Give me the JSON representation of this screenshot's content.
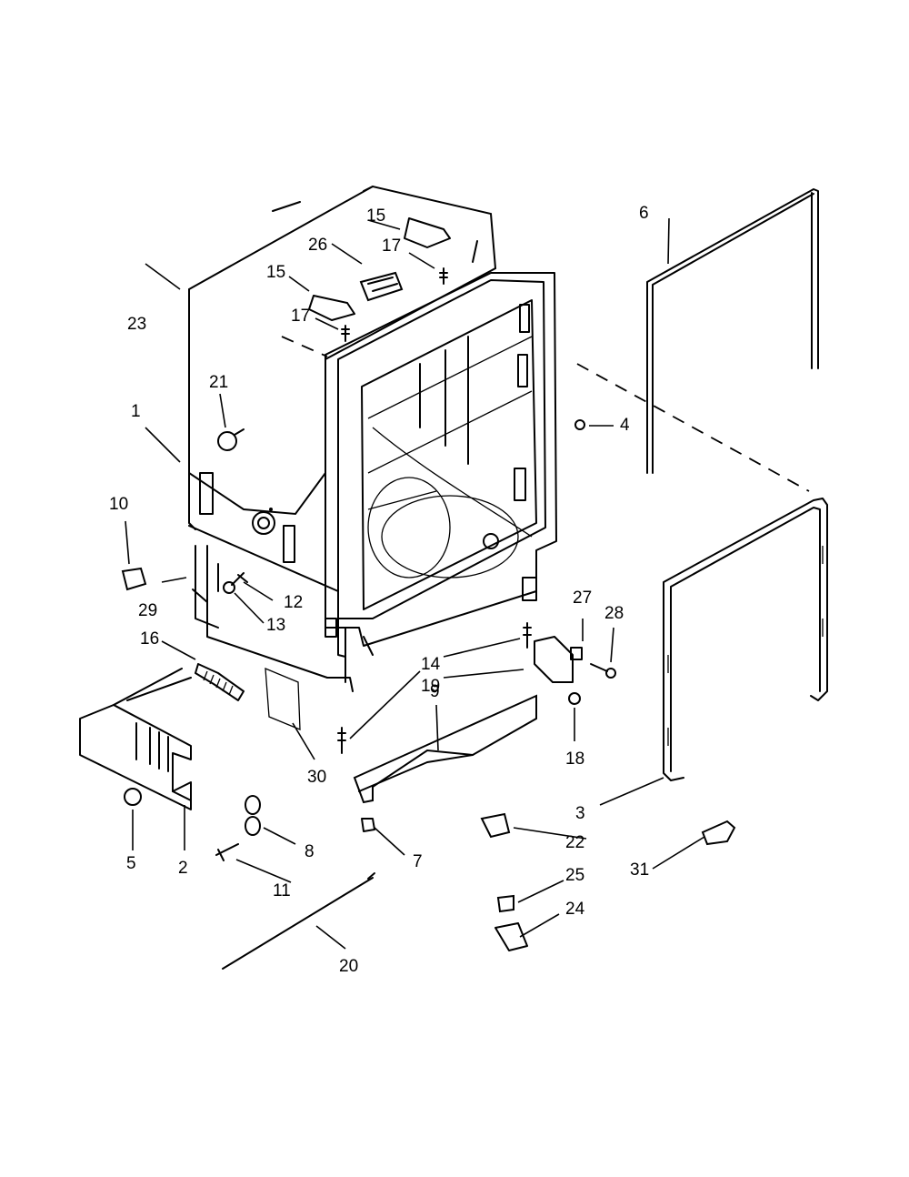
{
  "diagram": {
    "callouts": [
      {
        "id": "p1",
        "text": "1"
      },
      {
        "id": "p2",
        "text": "2"
      },
      {
        "id": "p3",
        "text": "3"
      },
      {
        "id": "p4",
        "text": "4"
      },
      {
        "id": "p5",
        "text": "5"
      },
      {
        "id": "p6",
        "text": "6"
      },
      {
        "id": "p7",
        "text": "7"
      },
      {
        "id": "p8",
        "text": "8"
      },
      {
        "id": "p9",
        "text": "9"
      },
      {
        "id": "p10",
        "text": "10"
      },
      {
        "id": "p11",
        "text": "11"
      },
      {
        "id": "p12",
        "text": "12"
      },
      {
        "id": "p13",
        "text": "13"
      },
      {
        "id": "p14",
        "text": "14"
      },
      {
        "id": "p15a",
        "text": "15"
      },
      {
        "id": "p15b",
        "text": "15"
      },
      {
        "id": "p16",
        "text": "16"
      },
      {
        "id": "p17a",
        "text": "17"
      },
      {
        "id": "p17b",
        "text": "17"
      },
      {
        "id": "p18",
        "text": "18"
      },
      {
        "id": "p19",
        "text": "19"
      },
      {
        "id": "p20",
        "text": "20"
      },
      {
        "id": "p21",
        "text": "21"
      },
      {
        "id": "p22",
        "text": "22"
      },
      {
        "id": "p23",
        "text": "23"
      },
      {
        "id": "p24",
        "text": "24"
      },
      {
        "id": "p25",
        "text": "25"
      },
      {
        "id": "p26",
        "text": "26"
      },
      {
        "id": "p27",
        "text": "27"
      },
      {
        "id": "p28",
        "text": "28"
      },
      {
        "id": "p29",
        "text": "29"
      },
      {
        "id": "p30",
        "text": "30"
      },
      {
        "id": "p31",
        "text": "31"
      }
    ]
  }
}
